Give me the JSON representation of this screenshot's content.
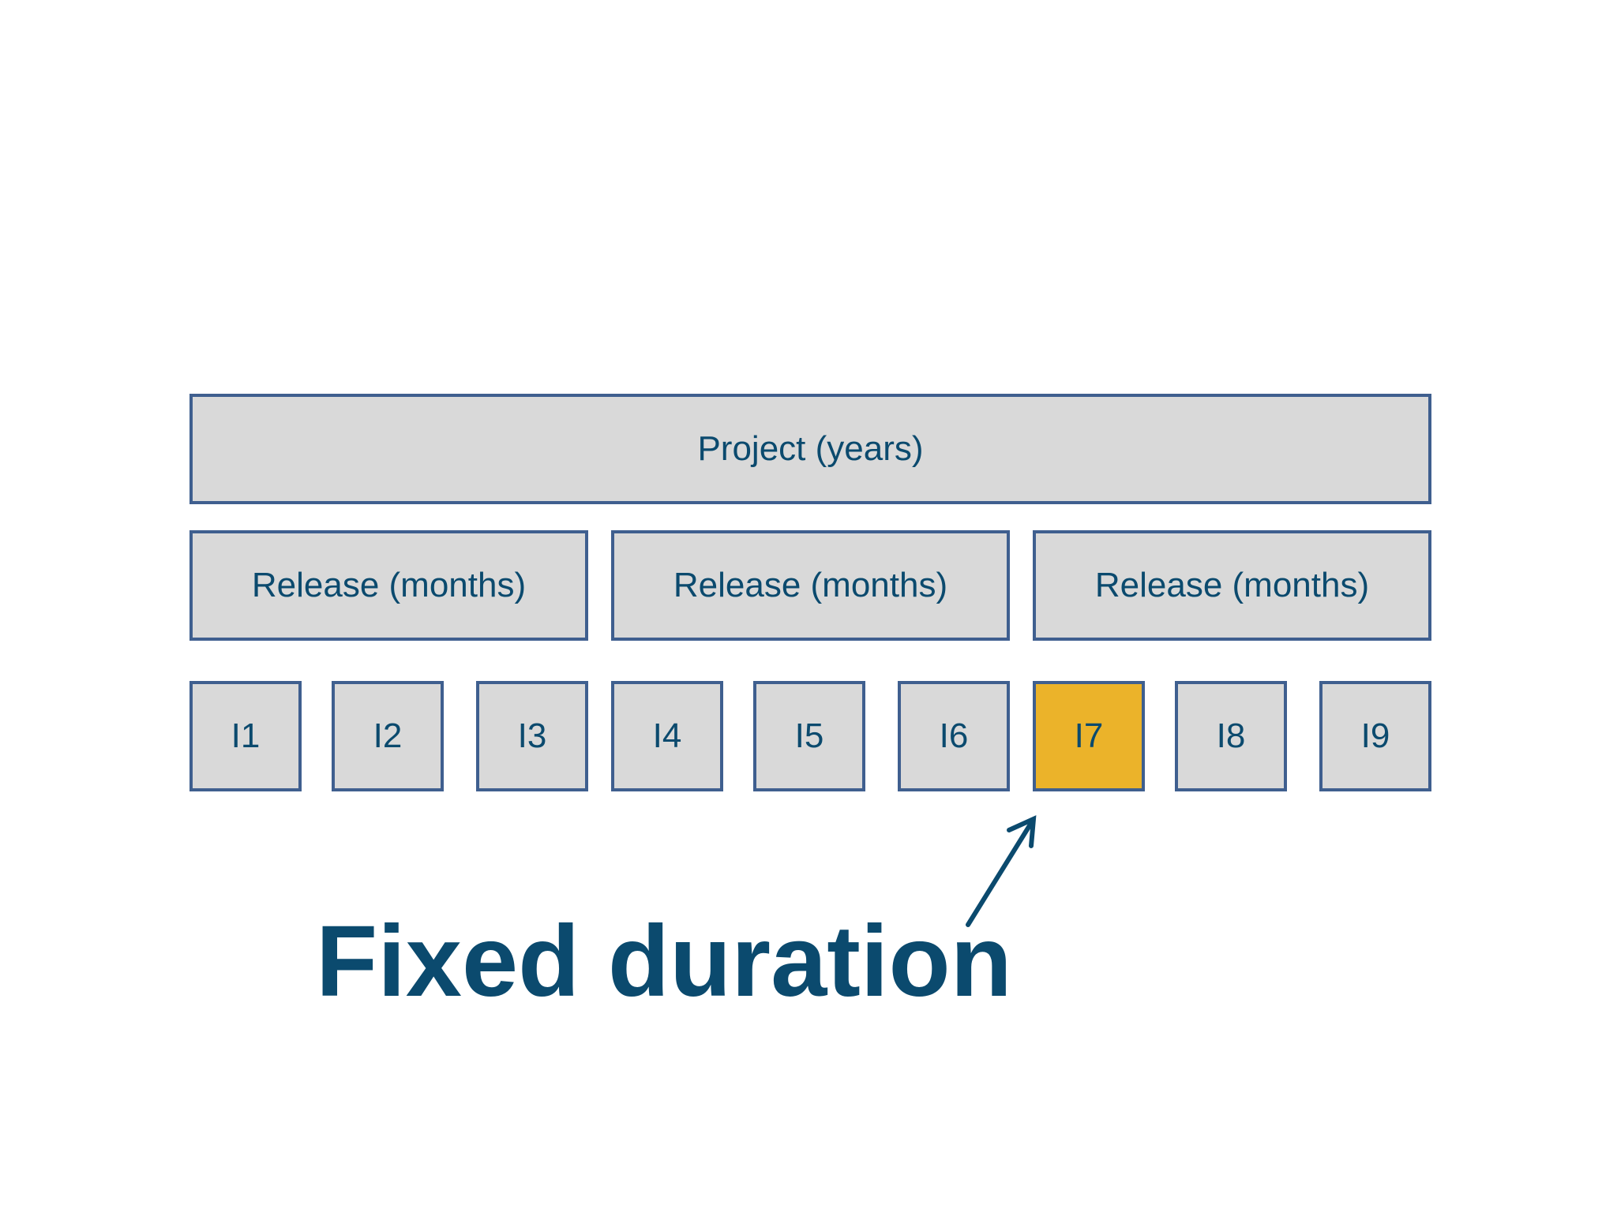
{
  "project": {
    "label": "Project (years)"
  },
  "releases": [
    {
      "label": "Release (months)"
    },
    {
      "label": "Release (months)"
    },
    {
      "label": "Release (months)"
    }
  ],
  "iterations": [
    {
      "label": "I1",
      "highlighted": false
    },
    {
      "label": "I2",
      "highlighted": false
    },
    {
      "label": "I3",
      "highlighted": false
    },
    {
      "label": "I4",
      "highlighted": false
    },
    {
      "label": "I5",
      "highlighted": false
    },
    {
      "label": "I6",
      "highlighted": false
    },
    {
      "label": "I7",
      "highlighted": true
    },
    {
      "label": "I8",
      "highlighted": false
    },
    {
      "label": "I9",
      "highlighted": false
    }
  ],
  "caption": {
    "text": "Fixed duration"
  },
  "colors": {
    "box_fill": "#d9d9d9",
    "box_border": "#3f5f8f",
    "highlight_fill": "#ebb32a",
    "text": "#0b4a6e"
  }
}
